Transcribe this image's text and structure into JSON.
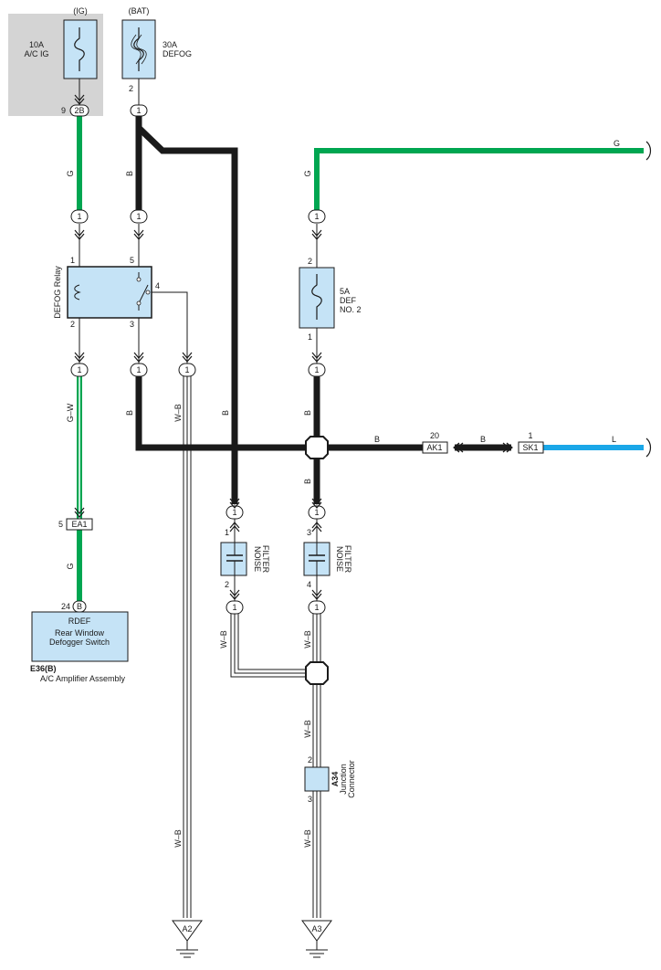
{
  "colors": {
    "wire_g": "#00a651",
    "wire_b": "#1a1a1a",
    "wire_l": "#1aa7e8",
    "component_fill": "#c5e3f6",
    "highlight_box": "#d4d4d4"
  },
  "components": {
    "fuse_acig": {
      "source": "(IG)",
      "rating": "10A",
      "name": "A/C IG"
    },
    "fuse_defog": {
      "source": "(BAT)",
      "rating": "30A",
      "name": "DEFOG"
    },
    "fuse_def2": {
      "rating": "5A",
      "name1": "DEF",
      "name2": "NO. 2"
    },
    "relay": {
      "name": "DEFOG Relay"
    },
    "noise_filter_1": {
      "line1": "NOISE",
      "line2": "FILTER"
    },
    "noise_filter_2": {
      "line1": "NOISE",
      "line2": "FILTER"
    },
    "junction_connector": {
      "code": "A34",
      "line1": "Junction",
      "line2": "Connector"
    },
    "switch": {
      "terminal": "RDEF",
      "line1": "Rear Window",
      "line2": "Defogger Switch"
    },
    "amplifier": {
      "code": "E36(B)",
      "name": "A/C Amplifier Assembly"
    }
  },
  "connectors": {
    "c_2b": "2B",
    "c_1": "1",
    "c_ea1": "EA1",
    "c_b": "B",
    "c_ak1": "AK1",
    "c_sk1": "SK1"
  },
  "wires": {
    "g": "G",
    "b": "B",
    "gw": "G–W",
    "wb": "W–B",
    "l": "L"
  },
  "pins": {
    "p1": "1",
    "p2": "2",
    "p3": "3",
    "p4": "4",
    "p5": "5",
    "p9": "9",
    "p20": "20",
    "p24": "24"
  },
  "grounds": {
    "a2": "A2",
    "a3": "A3"
  }
}
